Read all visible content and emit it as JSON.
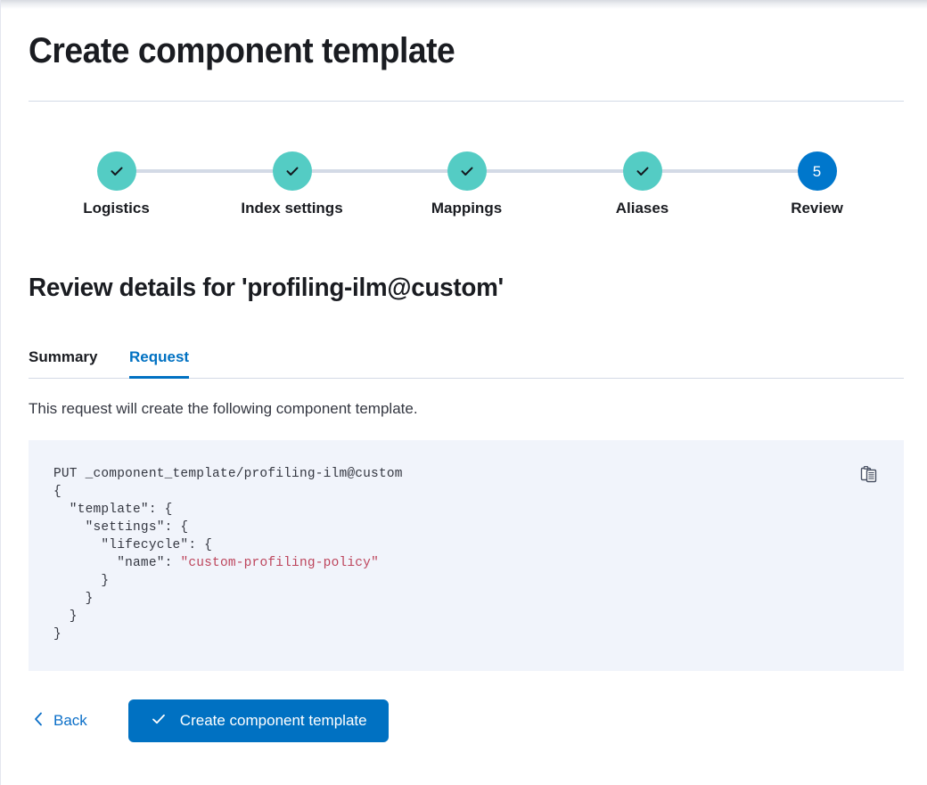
{
  "page": {
    "title": "Create component template",
    "review_heading": "Review details for 'profiling-ilm@custom'",
    "description": "This request will create the following component template."
  },
  "colors": {
    "step_done": "#54ccc4",
    "step_current": "#0077cc",
    "step_line": "#d3dae6",
    "accent_blue": "#0071c2",
    "link_blue": "#0b6fc8",
    "code_bg": "#f1f4fb",
    "code_text": "#343741",
    "code_string": "#bd455c",
    "heading_text": "#1a1c21"
  },
  "stepper": {
    "steps": [
      {
        "label": "Logistics",
        "state": "done",
        "marker": "check-icon"
      },
      {
        "label": "Index settings",
        "state": "done",
        "marker": "check-icon"
      },
      {
        "label": "Mappings",
        "state": "done",
        "marker": "check-icon"
      },
      {
        "label": "Aliases",
        "state": "done",
        "marker": "check-icon"
      },
      {
        "label": "Review",
        "state": "current",
        "marker": "5"
      }
    ]
  },
  "tabs": {
    "items": [
      {
        "label": "Summary",
        "active": false
      },
      {
        "label": "Request",
        "active": true
      }
    ]
  },
  "code": {
    "request_line": "PUT _component_template/profiling-ilm@custom",
    "body_lines": [
      "{",
      "  \"template\": {",
      "    \"settings\": {",
      "      \"lifecycle\": {",
      "        \"name\": ",
      "      }",
      "    }",
      "  }",
      "}"
    ],
    "string_value": "\"custom-profiling-policy\"",
    "full_text": "PUT _component_template/profiling-ilm@custom\n{\n  \"template\": {\n    \"settings\": {\n      \"lifecycle\": {\n        \"name\": \"custom-profiling-policy\"\n      }\n    }\n  }\n}",
    "copy_icon": "copy-clipboard-icon",
    "copy_label": "Copy to clipboard"
  },
  "footer": {
    "back_label": "Back",
    "back_icon": "chevron-left-icon",
    "submit_label": "Create component template",
    "submit_icon": "check-icon"
  }
}
